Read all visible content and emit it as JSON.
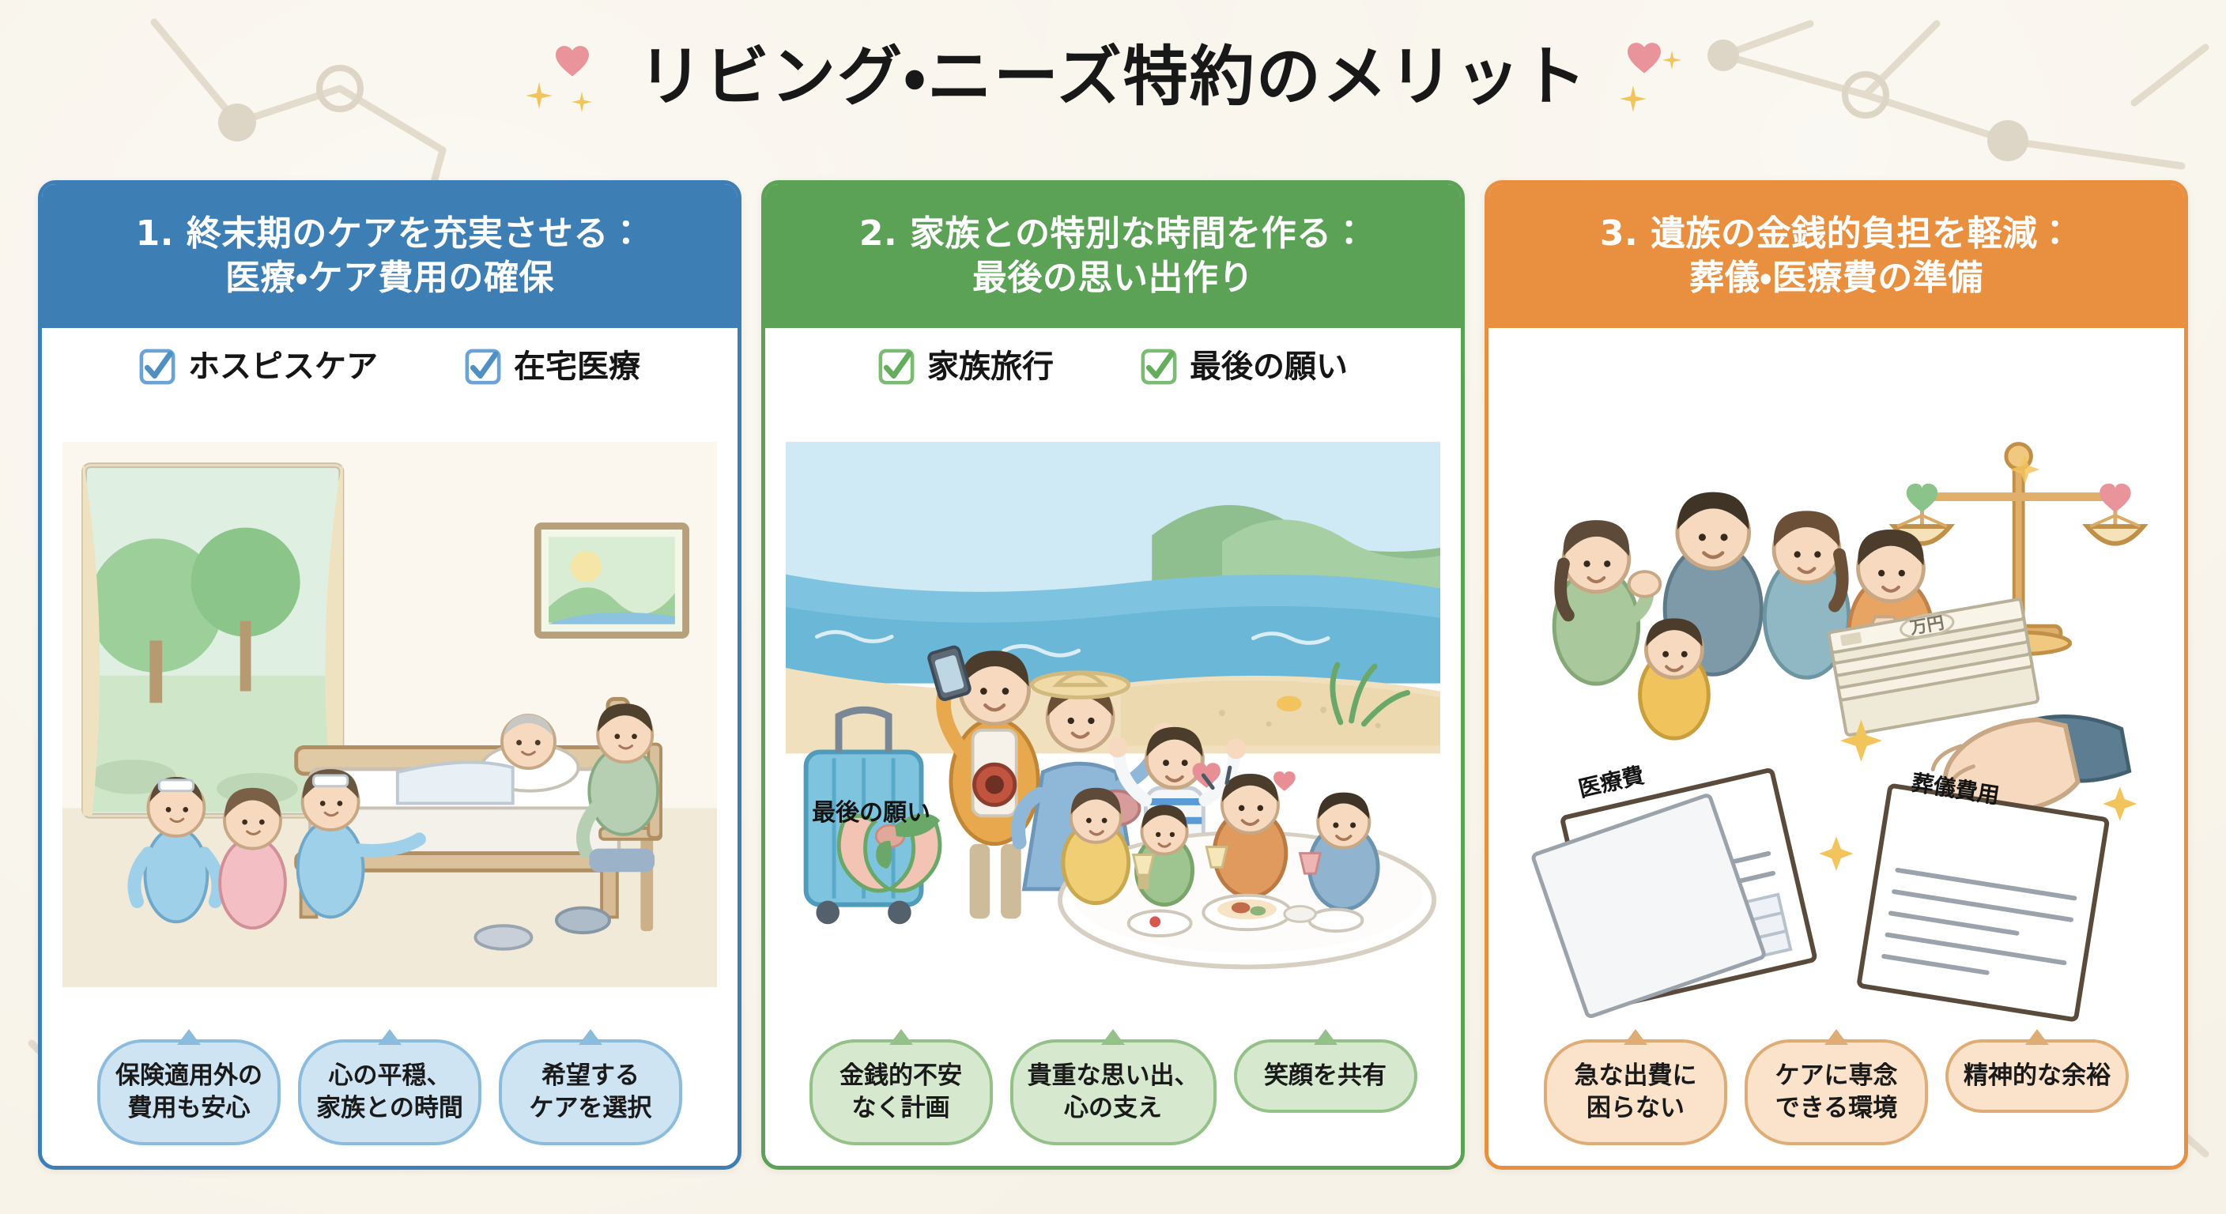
{
  "page": {
    "title": "リビング・ニーズ特約のメリット",
    "background_color": "#f7f2e7",
    "title_color": "#181818",
    "heart_color": "#e8949a",
    "sparkle_color": "#f2c45c",
    "decor_line_color": "#e3dccd"
  },
  "panels": [
    {
      "id": "panel-1",
      "accent_color": "#3d7eb5",
      "pill_fill": "#cfe4f3",
      "pill_border": "#8cbcdd",
      "check_color": "#4e8fc4",
      "header_line1": "1. 終末期のケアを充実させる：",
      "header_line2": "医療・ケア費用の確保",
      "checks": [
        {
          "label": "ホスピスケア",
          "icon": "checkbox-checked-icon"
        },
        {
          "label": "在宅医療",
          "icon": "checkbox-checked-icon"
        }
      ],
      "illustration_name": "hospice-bedside-family-illustration",
      "pills": [
        {
          "line1": "保険適用外の",
          "line2": "費用も安心"
        },
        {
          "line1": "心の平穏、",
          "line2": "家族との時間"
        },
        {
          "line1": "希望する",
          "line2": "ケアを選択"
        }
      ]
    },
    {
      "id": "panel-2",
      "accent_color": "#5ba156",
      "pill_fill": "#d6e9cf",
      "pill_border": "#93c188",
      "check_color": "#63ad5c",
      "header_line1": "2. 家族との特別な時間を作る：",
      "header_line2": "最後の思い出作り",
      "checks": [
        {
          "label": "家族旅行",
          "icon": "checkbox-checked-icon"
        },
        {
          "label": "最後の願い",
          "icon": "checkbox-checked-icon"
        }
      ],
      "illustration_name": "family-beach-trip-and-dinner-illustration",
      "inline_caption": "最後の願い",
      "pills": [
        {
          "line1": "金銭的不安",
          "line2": "なく計画"
        },
        {
          "line1": "貴重な思い出、",
          "line2": "心の支え"
        },
        {
          "line1": "笑顔を共有",
          "line2": ""
        }
      ]
    },
    {
      "id": "panel-3",
      "accent_color": "#e8903f",
      "pill_fill": "#fae2cb",
      "pill_border": "#e0ac76",
      "check_color": "#e8903f",
      "header_line1": "3. 遺族の金銭的負担を軽減：",
      "header_line2": "葬儀・医療費の準備",
      "checks": [],
      "illustration_name": "family-money-scale-documents-illustration",
      "doc_labels": [
        {
          "text": "医療費",
          "name": "medical-cost-document"
        },
        {
          "text": "葬儀費用",
          "name": "funeral-cost-document"
        }
      ],
      "banknote_label": "万円",
      "pills": [
        {
          "line1": "急な出費に",
          "line2": "困らない"
        },
        {
          "line1": "ケアに専念",
          "line2": "できる環境"
        },
        {
          "line1": "精神的な余裕",
          "line2": ""
        }
      ]
    }
  ]
}
